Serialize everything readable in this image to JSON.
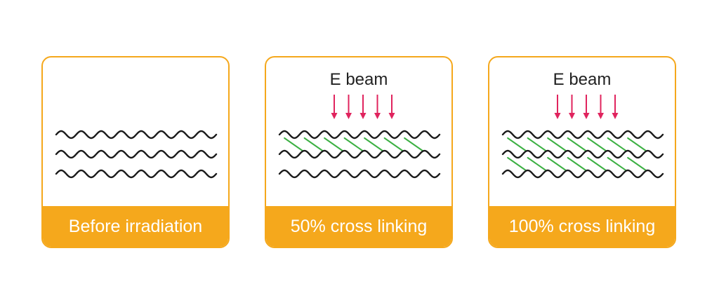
{
  "colors": {
    "frame": "#f5a81c",
    "caption_bg": "#f5a81c",
    "caption_text": "#ffffff",
    "chain": "#1a1a1a",
    "crosslink": "#3cb043",
    "beam_arrow": "#e0245e"
  },
  "panels": [
    {
      "caption": "Before irradiation",
      "beam_label": "",
      "arrows": 0,
      "crosslink_rows": 0
    },
    {
      "caption": "50% cross linking",
      "beam_label": "E beam",
      "arrows": 5,
      "crosslink_rows": 1
    },
    {
      "caption": "100% cross linking",
      "beam_label": "E beam",
      "arrows": 5,
      "crosslink_rows": 2
    }
  ]
}
